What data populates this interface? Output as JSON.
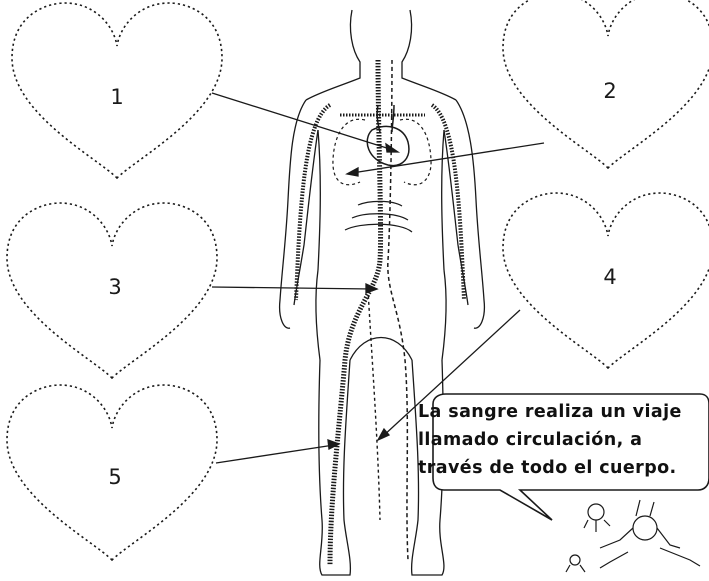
{
  "hearts": [
    {
      "label": "1"
    },
    {
      "label": "2"
    },
    {
      "label": "3"
    },
    {
      "label": "4"
    },
    {
      "label": "5"
    }
  ],
  "speech_bubble": {
    "lines": [
      "La sangre realiza un viaje",
      "llamado circulación, a",
      "través de todo el cuerpo."
    ]
  },
  "colors": {
    "ink": "#1a1a1a",
    "paper": "#ffffff"
  }
}
